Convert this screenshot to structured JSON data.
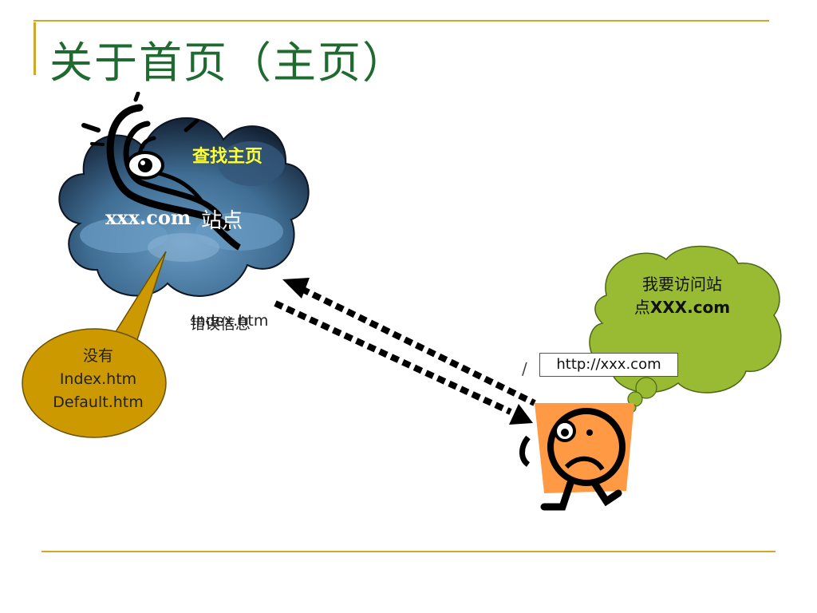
{
  "slide": {
    "title": "关于首页（主页）"
  },
  "server": {
    "action_label": "查找主页",
    "site_label": "xxx.com",
    "site_suffix": "站点",
    "overlap_text_a": "错误信息",
    "overlap_text_b": "Index.htm"
  },
  "server_bubble": {
    "line1": "没有",
    "line2": "Index.htm",
    "line3": "Default.htm"
  },
  "user_bubble": {
    "line1": "我要访问站",
    "line2_prefix": "点",
    "line2_bold": "XXX.com"
  },
  "url_box": {
    "text": "http://xxx.com",
    "slash": "/"
  },
  "colors": {
    "title": "#1f6b2f",
    "accent_line": "#d2a62a",
    "cloud_dark": "#1c2f45",
    "cloud_mid": "#3f6d93",
    "cloud_light": "#6a9cc4",
    "bubble_gold": "#cc9900",
    "bubble_green": "#99bb33",
    "person_orange": "#ff9944"
  },
  "icons": [
    "storm-cloud-icon",
    "tornado-icon",
    "eye-icon",
    "worried-person-icon",
    "dotted-arrow-icon"
  ]
}
